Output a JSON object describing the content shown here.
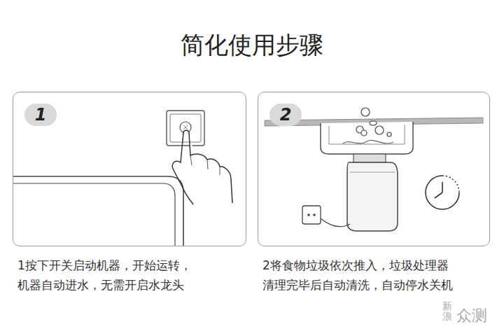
{
  "diagram": {
    "title": "简化使用步骤",
    "nodes": [
      {
        "text": [
          "1按下开关启动机器，开始运转， 机器自动进水，无需开启水龙头"
        ]
      },
      {
        "text": [
          "1"
        ],
        "in": 0
      },
      {
        "text": [
          "2将食物垃圾依次推入，垃圾处理器 清理完毕后自动清洗，自动停水关机"
        ]
      },
      {
        "text": [
          "2"
        ],
        "in": 2
      }
    ],
    "labels": [
      "新浪",
      "众测"
    ]
  }
}
